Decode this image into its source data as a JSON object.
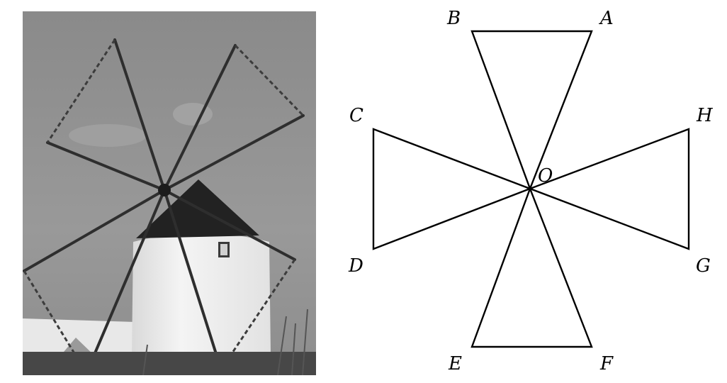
{
  "colors": {
    "sky": "#8e8e8e",
    "tower": "#efefef",
    "roof": "#262626",
    "ground": "#4a4a4a",
    "ink": "#000000"
  },
  "diagram": {
    "points": {
      "A": "A",
      "B": "B",
      "C": "C",
      "D": "D",
      "E": "E",
      "F": "F",
      "G": "G",
      "H": "H",
      "O": "O"
    }
  }
}
